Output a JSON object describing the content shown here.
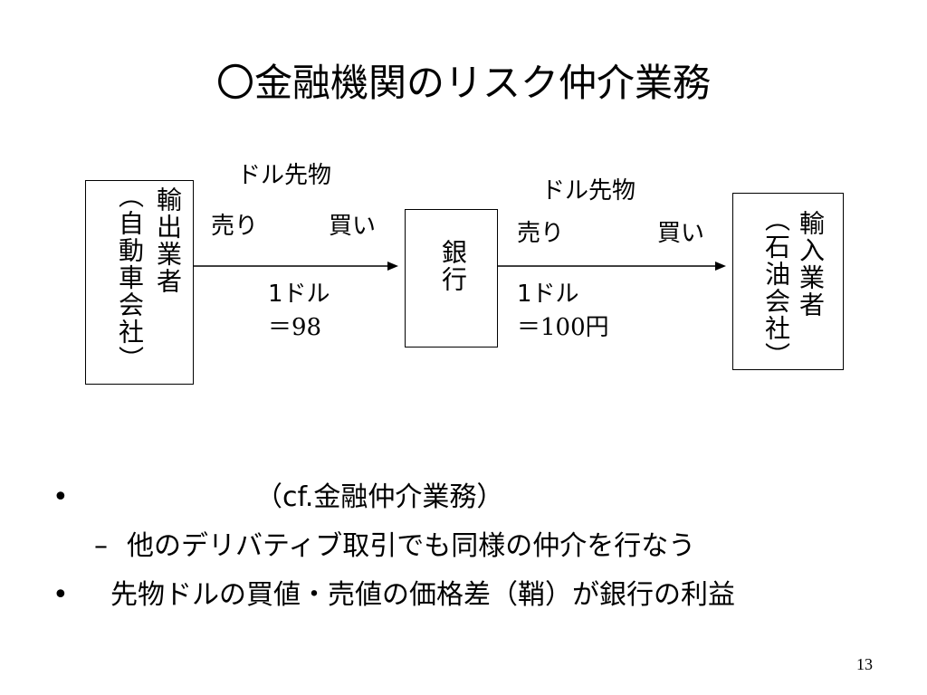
{
  "title": "〇金融機関のリスク仲介業務",
  "diagram": {
    "left_party": {
      "vertical_main": "輸出業者",
      "vertical_paren": "（自動車会社）"
    },
    "bank": {
      "vertical_label": "銀行"
    },
    "right_party": {
      "vertical_main": "輸入業者",
      "vertical_paren": "（石油会社）"
    },
    "left_flow": {
      "product": "ドル先物",
      "sell": "売り",
      "buy": "買い",
      "rate_1": "1ドル",
      "rate_2_symbol": "＝",
      "rate_2_value": "98"
    },
    "right_flow": {
      "product": "ドル先物",
      "sell": "売り",
      "buy": "買い",
      "rate_1": "1ドル",
      "rate_2_symbol": "＝",
      "rate_2_value": "100",
      "rate_2_unit": "円"
    }
  },
  "bullets": [
    {
      "marker": "•",
      "text": "（cf.金融仲介業務）"
    },
    {
      "marker": "–",
      "text": "他のデリバティブ取引でも同様の仲介を行なう"
    },
    {
      "marker": "•",
      "text": "先物ドルの買値・売値の価格差（鞘）が銀行の利益"
    }
  ],
  "page_number": "13"
}
